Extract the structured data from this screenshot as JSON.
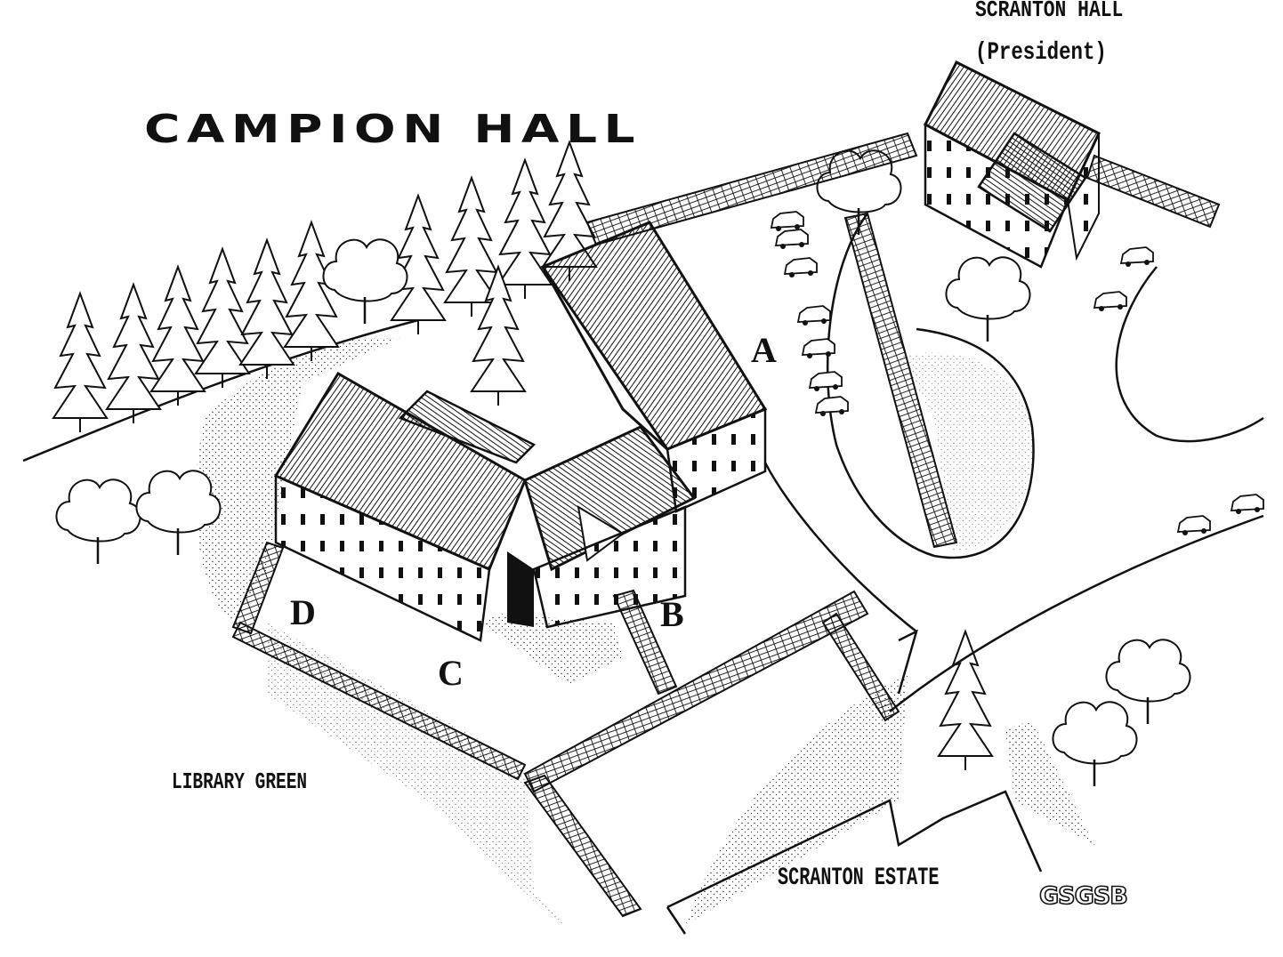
{
  "title": "CAMPION HALL",
  "scranton_hall": {
    "name": "SCRANTON HALL",
    "note": "(President)"
  },
  "areas": {
    "library_green": "LIBRARY GREEN",
    "scranton_estate": "SCRANTON ESTATE"
  },
  "markers": {
    "a": "A",
    "b": "B",
    "c": "C",
    "d": "D"
  },
  "logo_text": "GSGSB",
  "colors": {
    "ink": "#111111",
    "paper": "#ffffff",
    "stipple": "#222222"
  }
}
